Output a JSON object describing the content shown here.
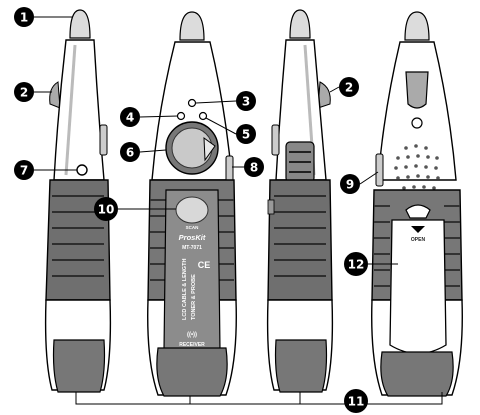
{
  "callouts": [
    "1",
    "2",
    "3",
    "4",
    "5",
    "6",
    "7",
    "8",
    "9",
    "10",
    "11",
    "12",
    "2"
  ],
  "panel": {
    "scan": "SCAN",
    "brand": "ProsKit",
    "model": "MT-7071",
    "ce_mark": "CE",
    "vertical_line1": "LCD CABLE & LENGTH",
    "vertical_line2": "TONER & PROBE",
    "receiver": "RECEIVER",
    "signal_symbol": "((•))"
  },
  "back": {
    "open": "OPEN"
  }
}
